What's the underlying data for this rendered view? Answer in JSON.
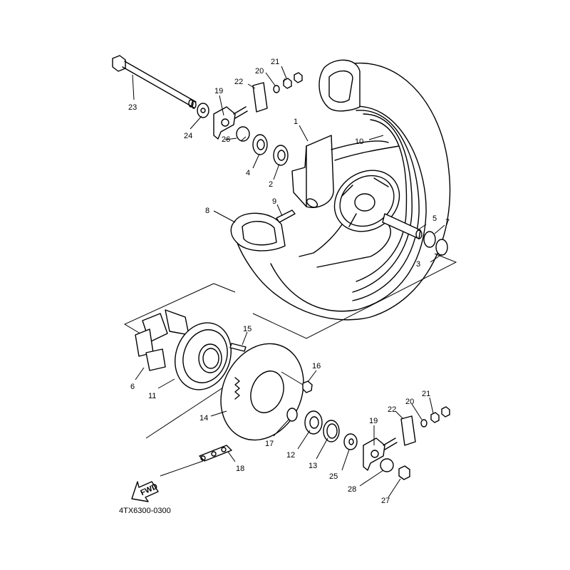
{
  "diagram": {
    "type": "exploded-parts-diagram",
    "caption": "4TX6300-0300",
    "direction_arrow": "FWD",
    "callouts": [
      {
        "id": "c1",
        "label": "1"
      },
      {
        "id": "c2",
        "label": "2"
      },
      {
        "id": "c3",
        "label": "3"
      },
      {
        "id": "c4",
        "label": "4"
      },
      {
        "id": "c5",
        "label": "5"
      },
      {
        "id": "c6",
        "label": "6"
      },
      {
        "id": "c7",
        "label": "7"
      },
      {
        "id": "c8",
        "label": "8"
      },
      {
        "id": "c9",
        "label": "9"
      },
      {
        "id": "c10",
        "label": "10"
      },
      {
        "id": "c11",
        "label": "11"
      },
      {
        "id": "c12",
        "label": "12"
      },
      {
        "id": "c13",
        "label": "13"
      },
      {
        "id": "c14",
        "label": "14"
      },
      {
        "id": "c15",
        "label": "15"
      },
      {
        "id": "c16",
        "label": "16"
      },
      {
        "id": "c17",
        "label": "17"
      },
      {
        "id": "c18",
        "label": "18"
      },
      {
        "id": "c19a",
        "label": "19"
      },
      {
        "id": "c19b",
        "label": "19"
      },
      {
        "id": "c20a",
        "label": "20"
      },
      {
        "id": "c20b",
        "label": "20"
      },
      {
        "id": "c21a",
        "label": "21"
      },
      {
        "id": "c21b",
        "label": "21"
      },
      {
        "id": "c22a",
        "label": "22"
      },
      {
        "id": "c22b",
        "label": "22"
      },
      {
        "id": "c23",
        "label": "23"
      },
      {
        "id": "c24",
        "label": "24"
      },
      {
        "id": "c25",
        "label": "25"
      },
      {
        "id": "c26",
        "label": "26"
      },
      {
        "id": "c27",
        "label": "27"
      },
      {
        "id": "c28",
        "label": "28"
      }
    ]
  }
}
